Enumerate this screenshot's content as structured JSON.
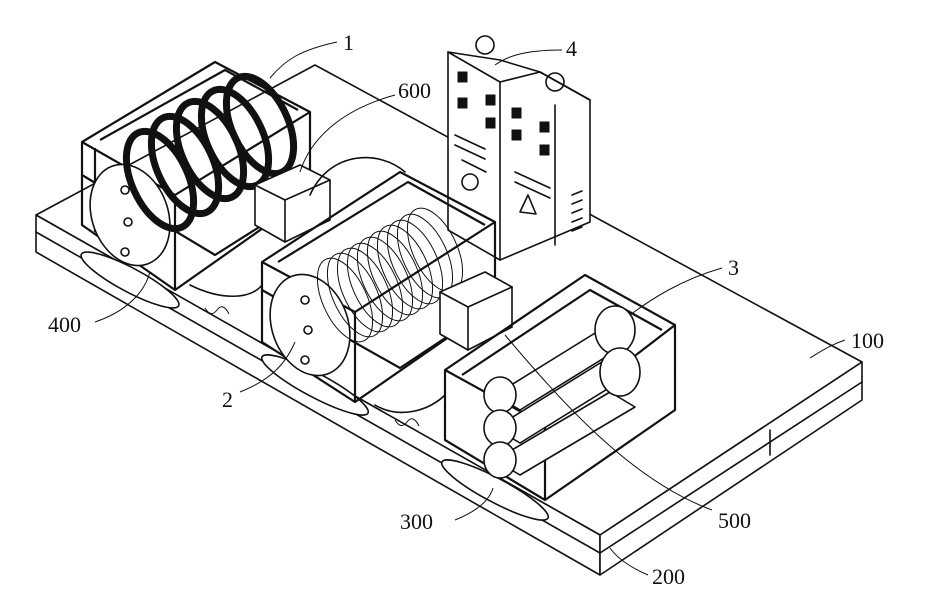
{
  "labels": {
    "l1": "1",
    "l2": "2",
    "l3": "3",
    "l4": "4",
    "l100": "100",
    "l200": "200",
    "l300": "300",
    "l400": "400",
    "l500": "500",
    "l600": "600"
  }
}
